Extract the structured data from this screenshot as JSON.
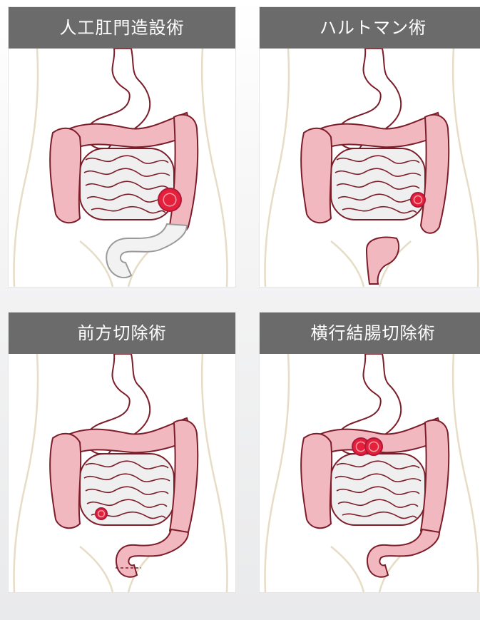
{
  "panels": [
    {
      "title": "人工肛門造設術",
      "variant": "colostomy"
    },
    {
      "title": "ハルトマン術",
      "variant": "hartmann"
    },
    {
      "title": "前方切除術",
      "variant": "anterior"
    },
    {
      "title": "横行結腸切除術",
      "variant": "transverse"
    }
  ],
  "colors": {
    "header_bg": "#6b6b6c",
    "colon_fill": "#f2b8c0",
    "outline": "#7c1d2a",
    "tumor": "#e5203a",
    "tumor_dark": "#b0183a",
    "stomach_outline": "#8a8a8a",
    "body_outline": "#e7dcc6"
  }
}
